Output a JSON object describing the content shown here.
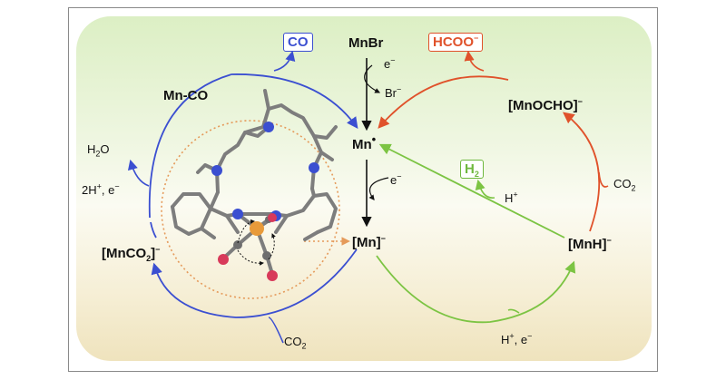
{
  "colors": {
    "blue_cycle": "#3b4fd1",
    "orange_cycle": "#e0522b",
    "green_cycle": "#7cc443",
    "dotted_orange": "#e59a5a",
    "nitrogen": "#3b4fd1",
    "manganese": "#e89a3a",
    "oxygen": "#d83a5a",
    "carbon": "#7a7a7a",
    "panel_top": "#dcefc4",
    "panel_bottom": "#efe3bd"
  },
  "species": {
    "mnbr": "MnBr",
    "mn_radical": "Mn",
    "mn_anion": "[Mn]",
    "mn_co": "Mn-CO",
    "mnco2": "[MnCO",
    "mnh": "[MnH]",
    "mnocho": "[MnOCHO]"
  },
  "labels": {
    "e_minus_top": "e",
    "br_minus": "Br",
    "e_minus_mid": "e",
    "h2o": "H",
    "two_h_e": "2H",
    "co2_bottom": "CO",
    "co2_right": "CO",
    "h_plus": "H",
    "h_plus_e": "H"
  },
  "products": {
    "co": "CO",
    "hcoo": "HCOO",
    "h2": "H"
  },
  "icons": {
    "radical_dot": "radical-dot-icon",
    "molecule": "mn-complex-structure-icon"
  }
}
